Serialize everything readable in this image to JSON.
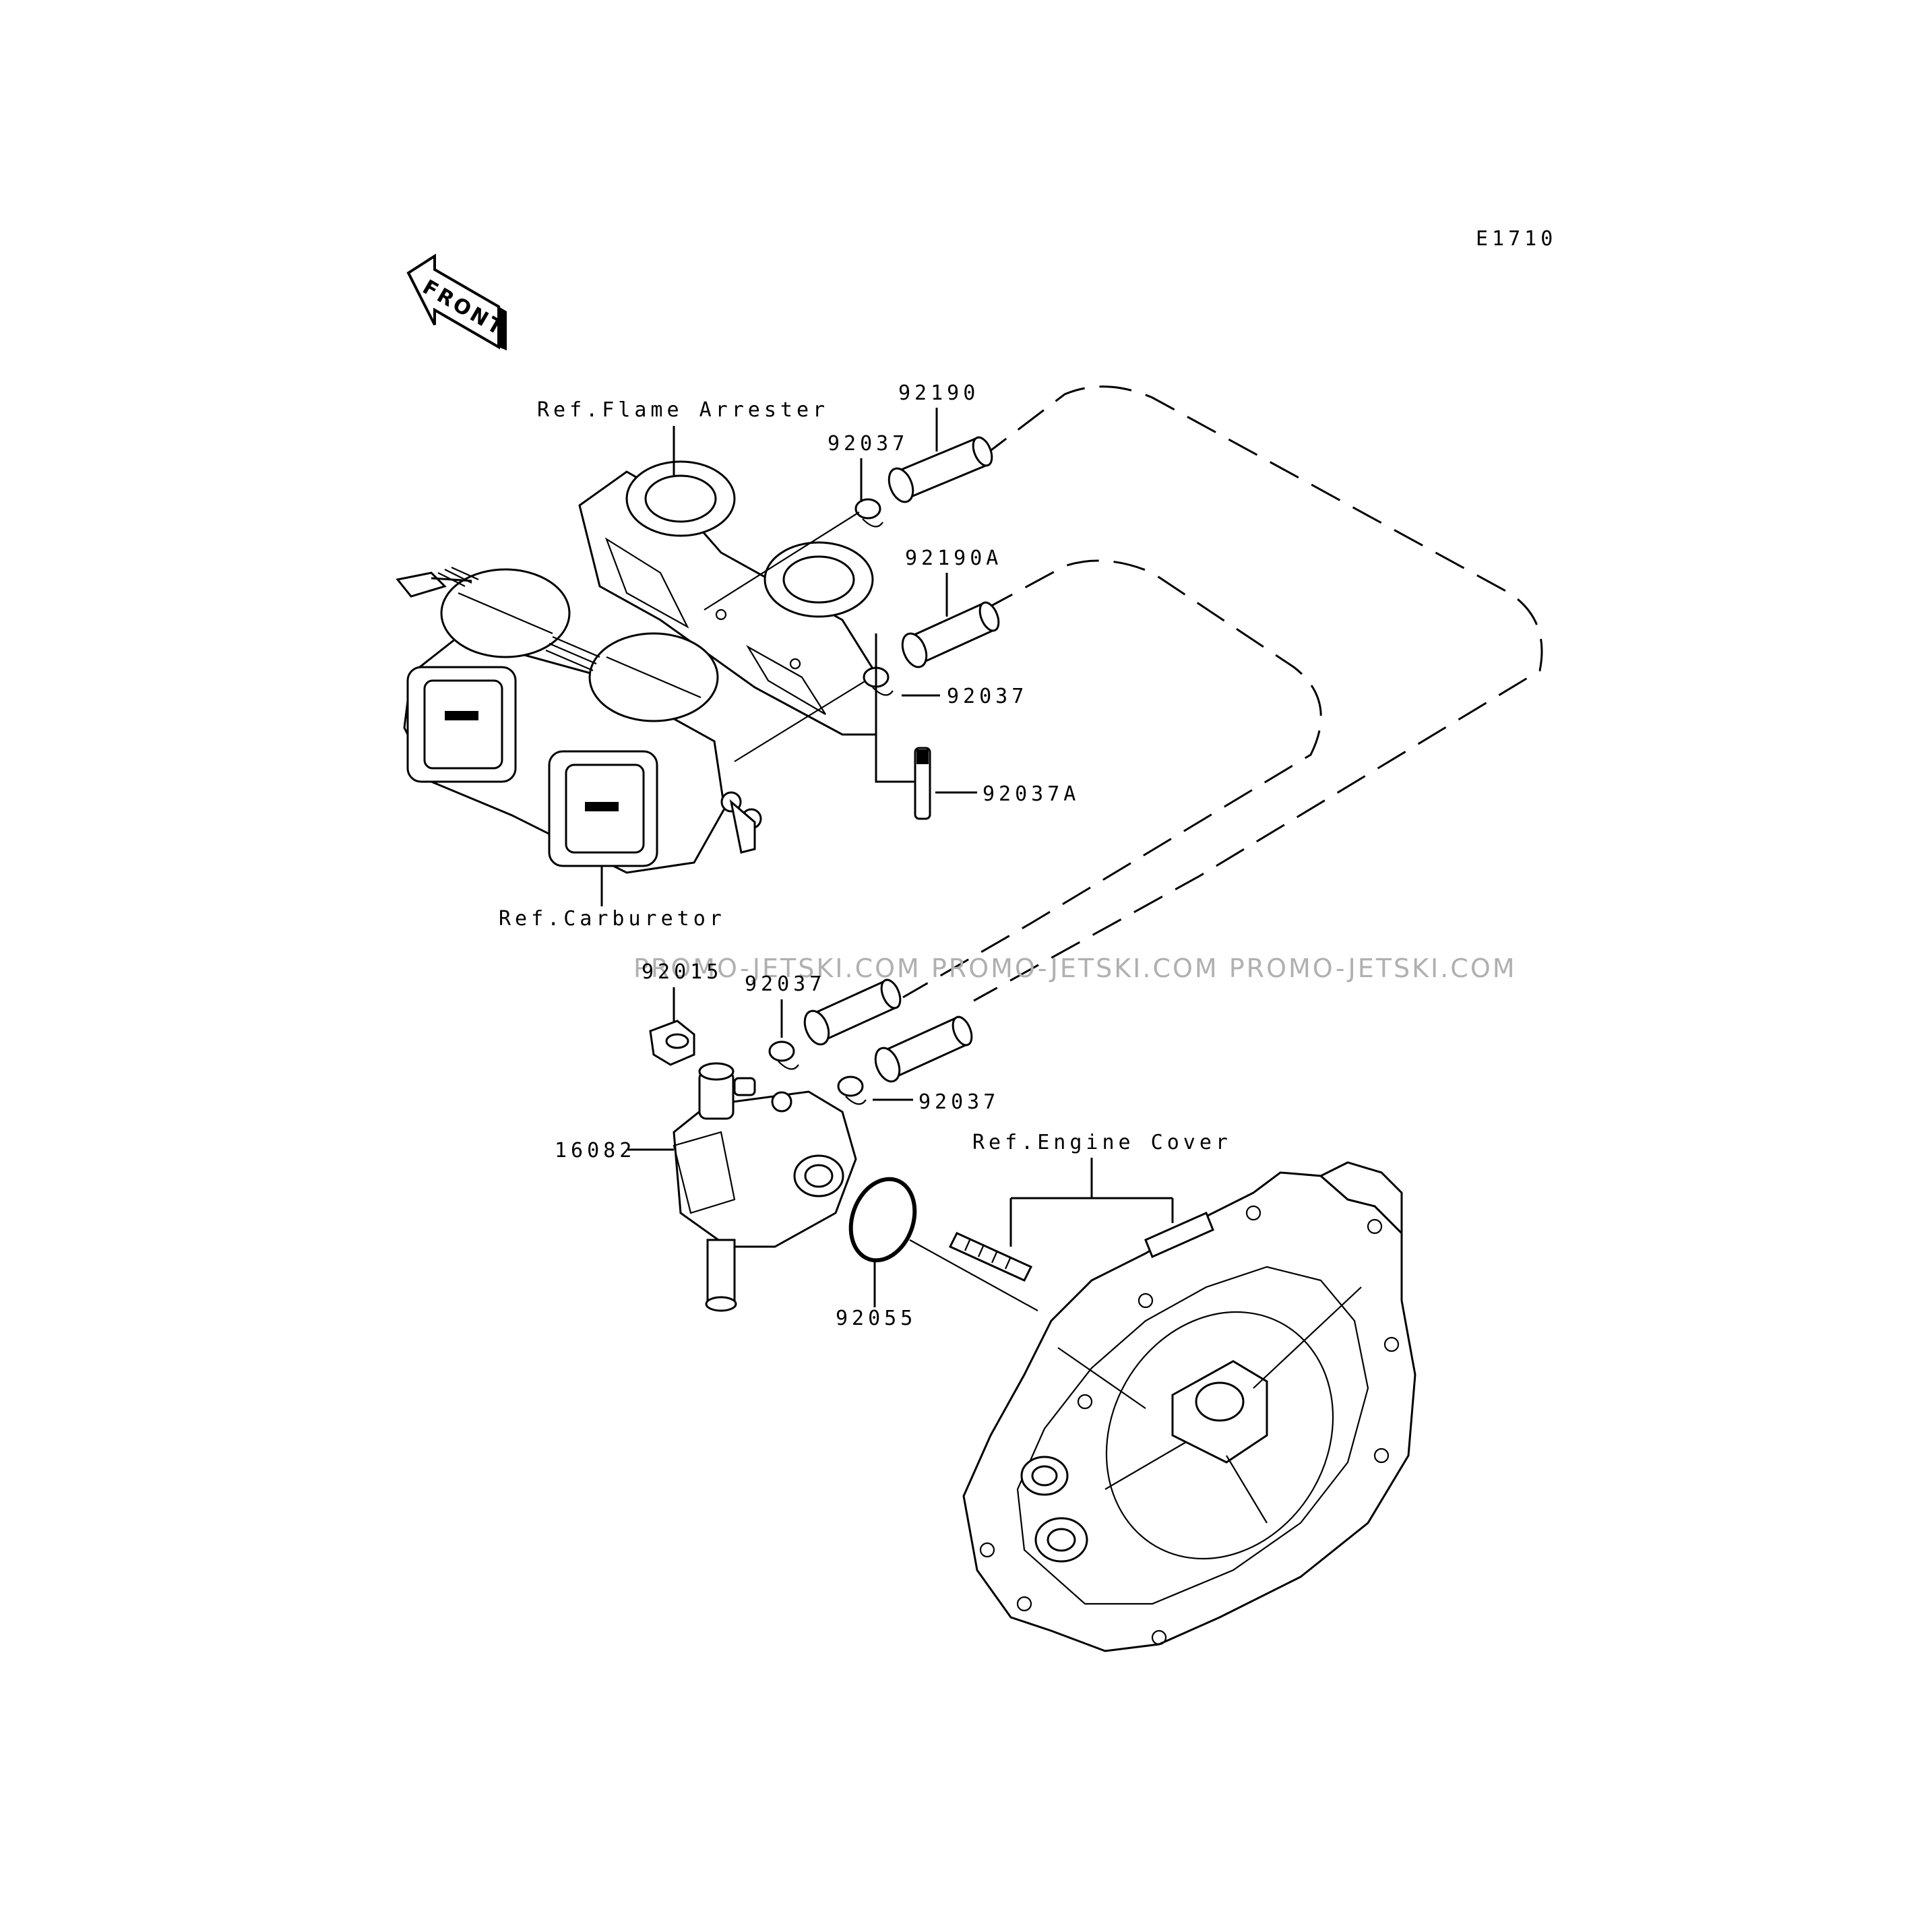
{
  "diagram_code": "E1710",
  "front_label": "FRONT",
  "watermark": "PROMO-JETSKI.COM PROMO-JETSKI.COM PROMO-JETSKI.COM",
  "references": {
    "flame_arrester": "Ref.Flame Arrester",
    "carburetor": "Ref.Carburetor",
    "engine_cover": "Ref.Engine Cover"
  },
  "part_numbers": {
    "hose_upper": "92190",
    "hose_upper_a": "92190A",
    "clamp_top": "92037",
    "clamp_mid": "92037",
    "clip_a": "92037A",
    "clamp_lower_left": "92037",
    "clamp_lower_right": "92037",
    "cap_nut": "92015",
    "fuel_pump": "16082",
    "o_ring": "92055"
  }
}
